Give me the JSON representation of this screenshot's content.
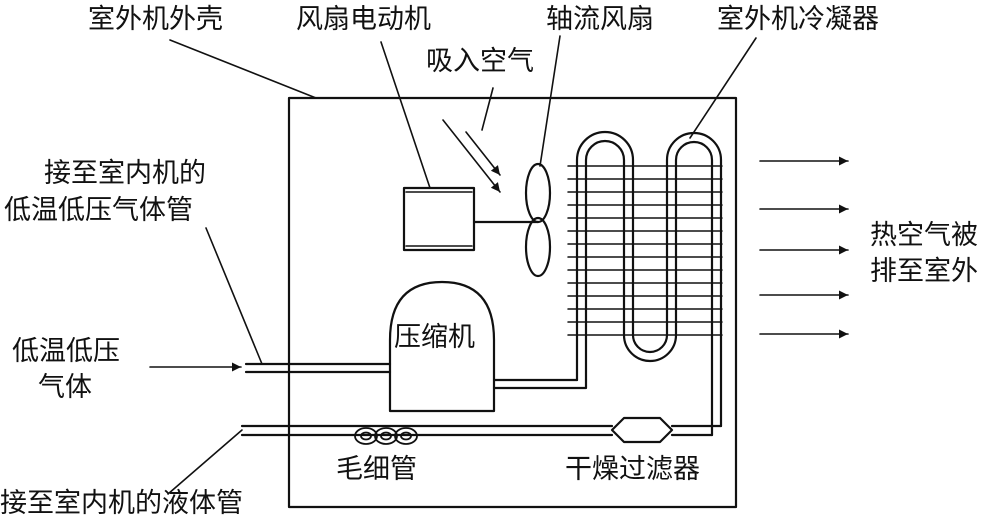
{
  "labels": {
    "outdoor_casing": "室外机外壳",
    "fan_motor": "风扇电动机",
    "axial_fan": "轴流风扇",
    "condenser": "室外机冷凝器",
    "intake_air": "吸入空气",
    "gas_pipe_line1": "接至室内机的",
    "gas_pipe_line2": "低温低压气体管",
    "low_temp_gas_line1": "低温低压",
    "low_temp_gas_line2": "气体",
    "compressor": "压缩机",
    "capillary": "毛细管",
    "filter_drier": "干燥过滤器",
    "liquid_pipe": "接至室内机的液体管",
    "hot_air_line1": "热空气被",
    "hot_air_line2": "排至室外"
  },
  "colors": {
    "line": "#111111",
    "background": "#ffffff"
  }
}
